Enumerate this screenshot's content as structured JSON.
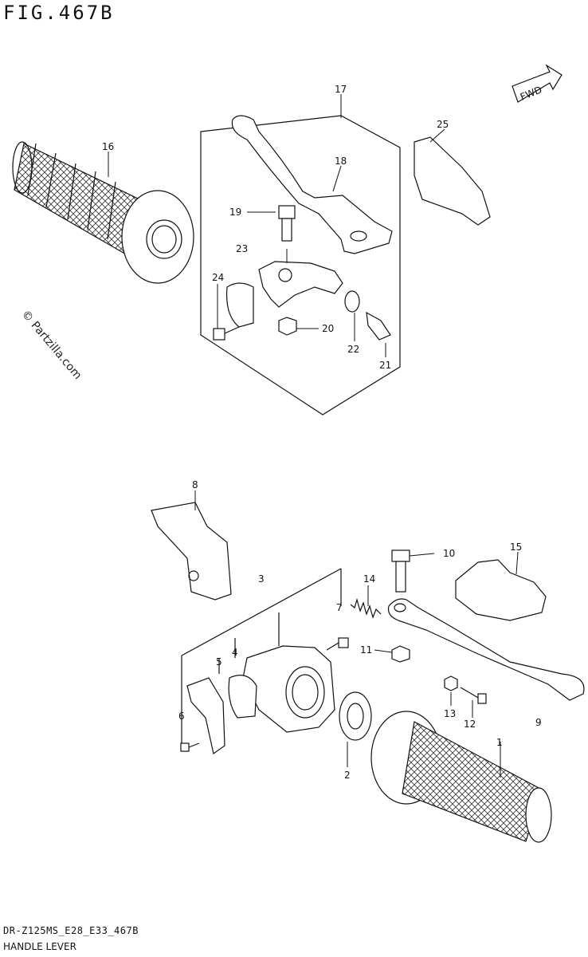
{
  "figure_number": "FIG.467B",
  "diagram_code": "DR-Z125MS_E28_E33_467B",
  "diagram_title": "HANDLE LEVER",
  "watermark": "© Partzilla.com",
  "fwd_label": "FWD",
  "callouts": {
    "c1": "1",
    "c2": "2",
    "c3": "3",
    "c4": "4",
    "c5": "5",
    "c6": "6",
    "c7": "7",
    "c8": "8",
    "c9": "9",
    "c10": "10",
    "c11": "11",
    "c12": "12",
    "c13": "13",
    "c14": "14",
    "c15": "15",
    "c16": "16",
    "c17": "17",
    "c18": "18",
    "c19": "19",
    "c20": "20",
    "c21": "21",
    "c22": "22",
    "c23": "23",
    "c24": "24",
    "c25": "25"
  }
}
